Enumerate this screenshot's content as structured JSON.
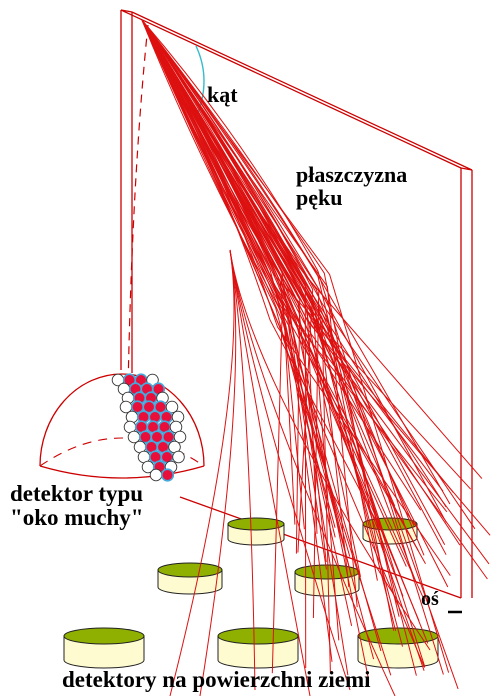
{
  "labels": {
    "angle": "kąt",
    "shower_plane_line1": "płaszczyzna",
    "shower_plane_line2": "pęku",
    "fly_eye_line1": "detektor typu",
    "fly_eye_line2": "\"oko muchy\"",
    "axis": "oś",
    "surface_detectors": "detektory na powierzchni ziemi"
  },
  "colors": {
    "frame": "#cc0000",
    "shower_tracks": "#dd1111",
    "angle_arc": "#33bbcc",
    "detector_top": "#8fb000",
    "detector_body": "#fffbd0",
    "fly_eye_cell": "#ffffff",
    "fly_eye_active": "#e8103a",
    "fly_eye_highlight": "#44aadd",
    "text": "#000000"
  }
}
